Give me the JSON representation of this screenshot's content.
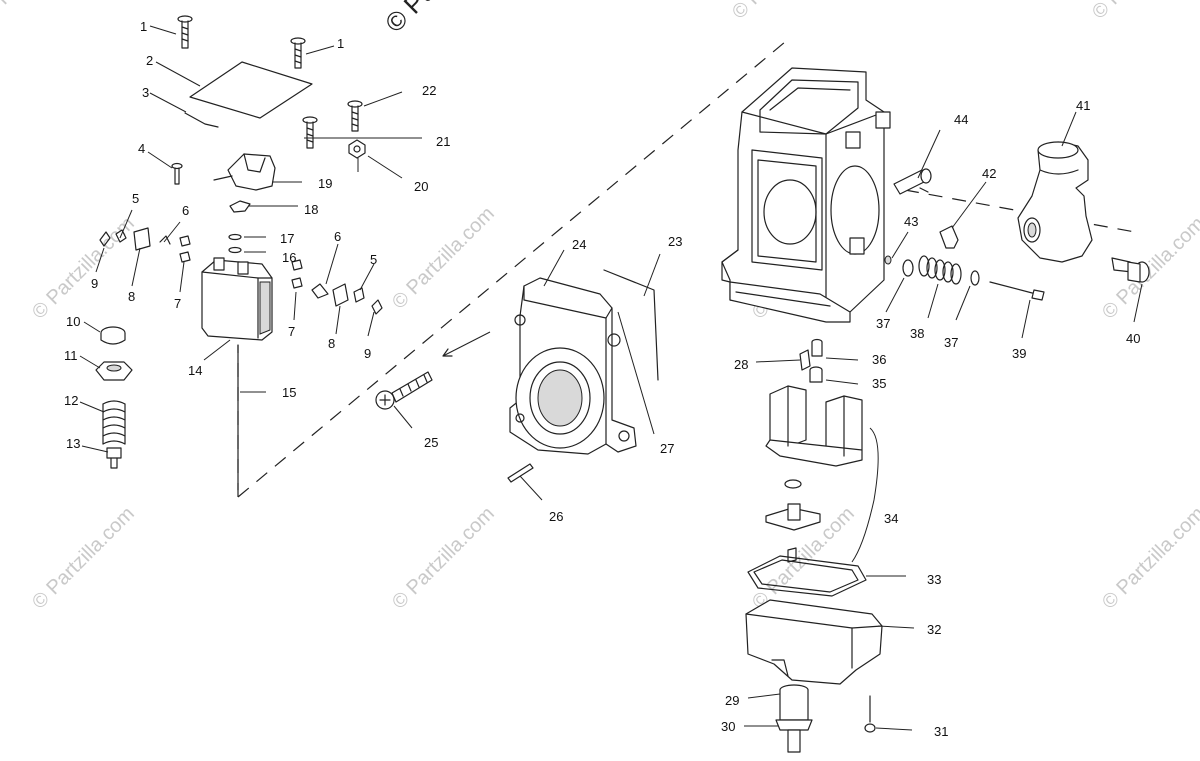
{
  "watermark": {
    "site": "© Partzilla.com",
    "top_fragment": "© Pa"
  },
  "labels": {
    "p1a": "1",
    "p1b": "1",
    "p2": "2",
    "p3": "3",
    "p4": "4",
    "p5a": "5",
    "p5b": "5",
    "p6a": "6",
    "p6b": "6",
    "p7a": "7",
    "p7b": "7",
    "p8a": "8",
    "p8b": "8",
    "p9a": "9",
    "p9b": "9",
    "p10": "10",
    "p11": "11",
    "p12": "12",
    "p13": "13",
    "p14": "14",
    "p15": "15",
    "p16": "16",
    "p17": "17",
    "p18": "18",
    "p19": "19",
    "p20": "20",
    "p21": "21",
    "p22": "22",
    "p23": "23",
    "p24": "24",
    "p25": "25",
    "p26": "26",
    "p27": "27",
    "p28": "28",
    "p29": "29",
    "p30": "30",
    "p31": "31",
    "p32": "32",
    "p33": "33",
    "p34": "34",
    "p35": "35",
    "p36": "36",
    "p37a": "37",
    "p37b": "37",
    "p38": "38",
    "p39": "39",
    "p40": "40",
    "p41": "41",
    "p42": "42",
    "p43": "43",
    "p44": "44"
  }
}
